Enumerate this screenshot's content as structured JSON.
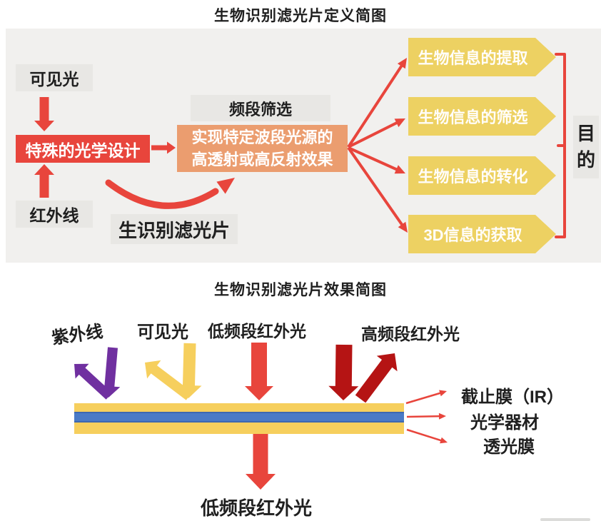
{
  "colors": {
    "red": "#e8453c",
    "darkred": "#b51414",
    "purple": "#7030a0",
    "yellow": "#f6cf5d",
    "pentagon_yellow": "#edd162",
    "orange": "#eb9d6f",
    "blue": "#4a7ac6",
    "blue_edge": "#3d68b0",
    "panel_gray": "#f1f0ee",
    "label_gray": "#e8e7e4",
    "text": "#1f1f1f"
  },
  "top": {
    "title": "生物识别滤光片定义简图",
    "visible_light": "可见光",
    "optical_design": "特殊的光学设计",
    "infrared": "红外线",
    "band_filter": "频段筛选",
    "effect_line1": "实现特定波段光源的",
    "effect_line2": "高透射或高反射效果",
    "filter_label": "生识别滤光片",
    "outputs": [
      "生物信息的提取",
      "生物信息的筛选",
      "生物信息的转化",
      "3D信息的获取"
    ],
    "purpose": "目的"
  },
  "bottom": {
    "title": "生物识别滤光片效果简图",
    "uv": "紫外线",
    "visible_light": "可见光",
    "low_ir": "低频段红外光",
    "high_ir": "高频段红外光",
    "layers": [
      "截止膜（IR）",
      "光学器材",
      "透光膜"
    ],
    "transmitted": "低频段红外光"
  }
}
